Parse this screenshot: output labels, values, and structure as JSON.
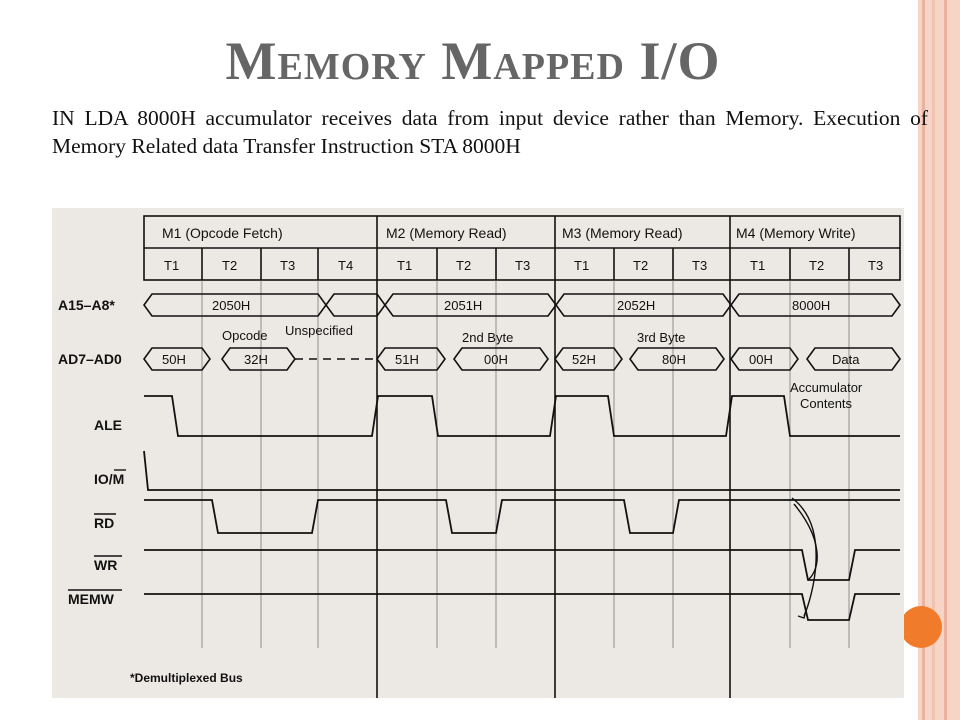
{
  "slide": {
    "title": "Memory Mapped I/O",
    "body": "IN LDA 8000H accumulator  receives data from input device rather than Memory. Execution of Memory Related data Transfer Instruction STA 8000H"
  },
  "diagram": {
    "cycles": [
      "M1 (Opcode Fetch)",
      "M2 (Memory Read)",
      "M3 (Memory Read)",
      "M4 (Memory Write)"
    ],
    "t_states": [
      "T1",
      "T2",
      "T3",
      "T4",
      "T1",
      "T2",
      "T3",
      "T1",
      "T2",
      "T3",
      "T1",
      "T2",
      "T3"
    ],
    "signals": {
      "address": "A15–A8*",
      "ad": "AD7–AD0",
      "ale": "ALE",
      "iom": "IO/M",
      "rd": "RD",
      "wr": "WR",
      "memw": "MEMW"
    },
    "address_values": [
      "2050H",
      "2051H",
      "2052H",
      "8000H"
    ],
    "ad_values": [
      "50H",
      "32H",
      "51H",
      "00H",
      "52H",
      "80H",
      "00H",
      "Data"
    ],
    "annotations": {
      "opcode": "Opcode",
      "unspecified": "Unspecified",
      "byte2": "2nd Byte",
      "byte3": "3rd Byte",
      "acc1": "Accumulator",
      "acc2": "Contents"
    },
    "footnote": "*Demultiplexed Bus"
  },
  "colors": {
    "title": "#666666",
    "border": "#f7d5c6",
    "accent": "#f07b2a"
  }
}
